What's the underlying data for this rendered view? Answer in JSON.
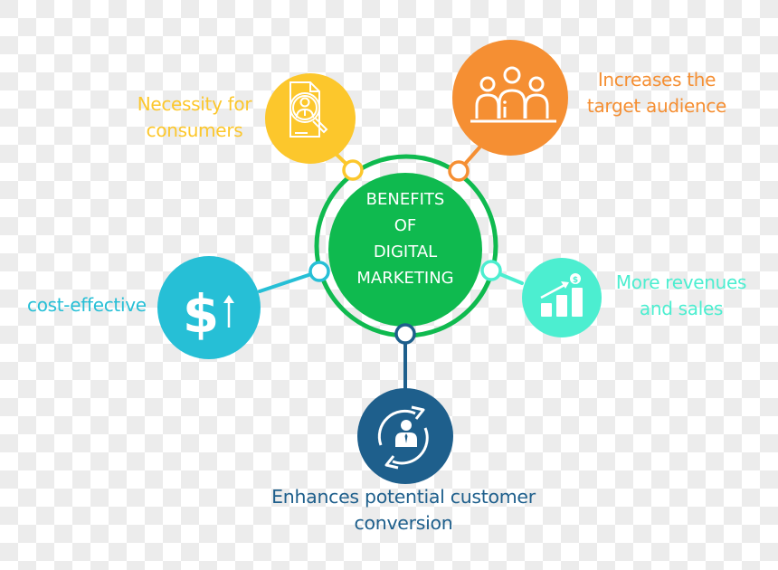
{
  "title": {
    "lines": [
      "BENEFITS",
      "OF",
      "DIGITAL",
      "MARKETING"
    ],
    "color": "#0fba4f"
  },
  "colors": {
    "center_green": "#0fba4f",
    "yellow": "#fcc72c",
    "orange": "#f58f33",
    "cyan": "#26bfd6",
    "mint": "#4ceed0",
    "navy": "#1e5f8c",
    "checker_light": "#ffffff",
    "checker_dark": "#ececec"
  },
  "benefits": [
    {
      "id": "necessity",
      "lines": [
        "Necessity for",
        "consumers"
      ],
      "icon": "magnifier-person-document-icon",
      "color": "#fcc72c"
    },
    {
      "id": "audience",
      "lines": [
        "Increases the",
        "target audience"
      ],
      "icon": "group-of-people-icon",
      "color": "#f58f33"
    },
    {
      "id": "cost",
      "lines": [
        "cost-effective"
      ],
      "icon": "dollar-up-arrow-icon",
      "color": "#26bfd6"
    },
    {
      "id": "revenue",
      "lines": [
        "More revenues",
        "and sales"
      ],
      "icon": "bar-chart-growth-icon",
      "color": "#4ceed0"
    },
    {
      "id": "conversion",
      "lines": [
        "Enhances potential customer",
        "conversion"
      ],
      "icon": "person-refresh-cycle-icon",
      "color": "#1e5f8c"
    }
  ]
}
